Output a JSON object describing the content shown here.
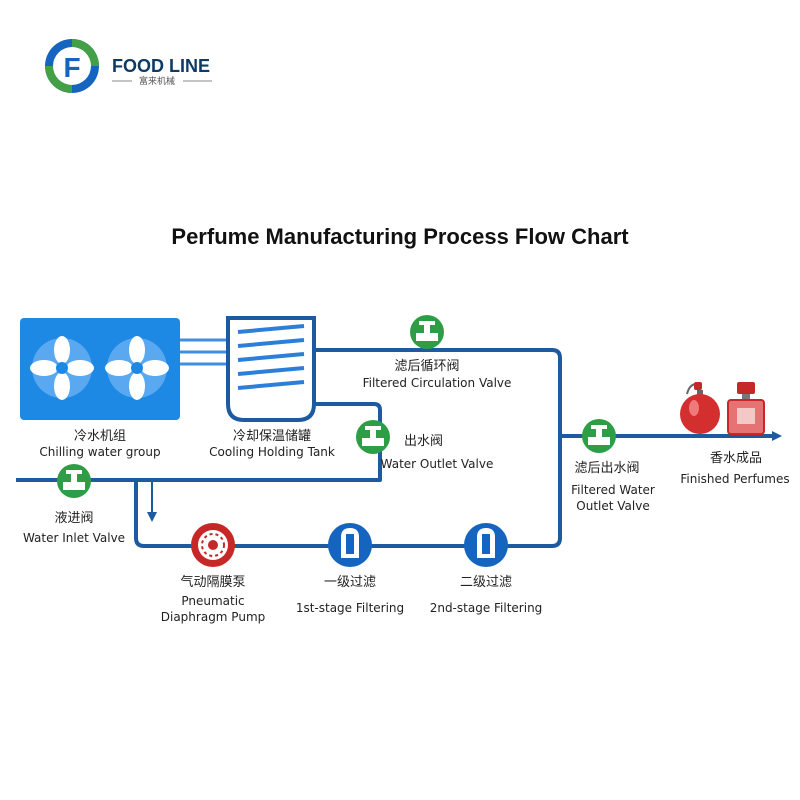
{
  "brand": {
    "name": "FOOD LINE",
    "subtitle": "富来机械",
    "colors": {
      "blue": "#1565c0",
      "green": "#43a047"
    }
  },
  "title": "Perfume Manufacturing Process Flow Chart",
  "colors": {
    "pipe": "#1e5aa0",
    "valve": "#2e9e46",
    "filter": "#1565c0",
    "pump": "#c62828",
    "chiller": "#1e88e5"
  },
  "components": {
    "chiller": {
      "zh": "冷水机组",
      "en": "Chilling water group",
      "icon": "fan-icon"
    },
    "tank": {
      "zh": "冷却保温储罐",
      "en": "Cooling Holding Tank",
      "icon": "coil-icon"
    },
    "circ_valve": {
      "zh": "滤后循环阀",
      "en": "Filtered Circulation Valve",
      "icon": "valve-icon"
    },
    "outlet_valve": {
      "zh": "出水阀",
      "en": "Water Outlet Valve",
      "icon": "valve-icon"
    },
    "filtered_outlet": {
      "zh": "滤后出水阀",
      "en1": "Filtered Water",
      "en2": "Outlet Valve",
      "icon": "valve-icon"
    },
    "inlet_valve": {
      "zh": "液进阀",
      "en": "Water Inlet Valve",
      "icon": "valve-icon"
    },
    "pump": {
      "zh": "气动隔膜泵",
      "en1": "Pneumatic",
      "en2": "Diaphragm Pump",
      "icon": "pump-icon"
    },
    "filter1": {
      "zh": "一级过滤",
      "en": "1st-stage Filtering",
      "icon": "filter-icon"
    },
    "filter2": {
      "zh": "二级过滤",
      "en": "2nd-stage Filtering",
      "icon": "filter-icon"
    },
    "product": {
      "zh": "香水成品",
      "en": "Finished Perfumes",
      "icon": "perfume-bottle-icon"
    }
  }
}
